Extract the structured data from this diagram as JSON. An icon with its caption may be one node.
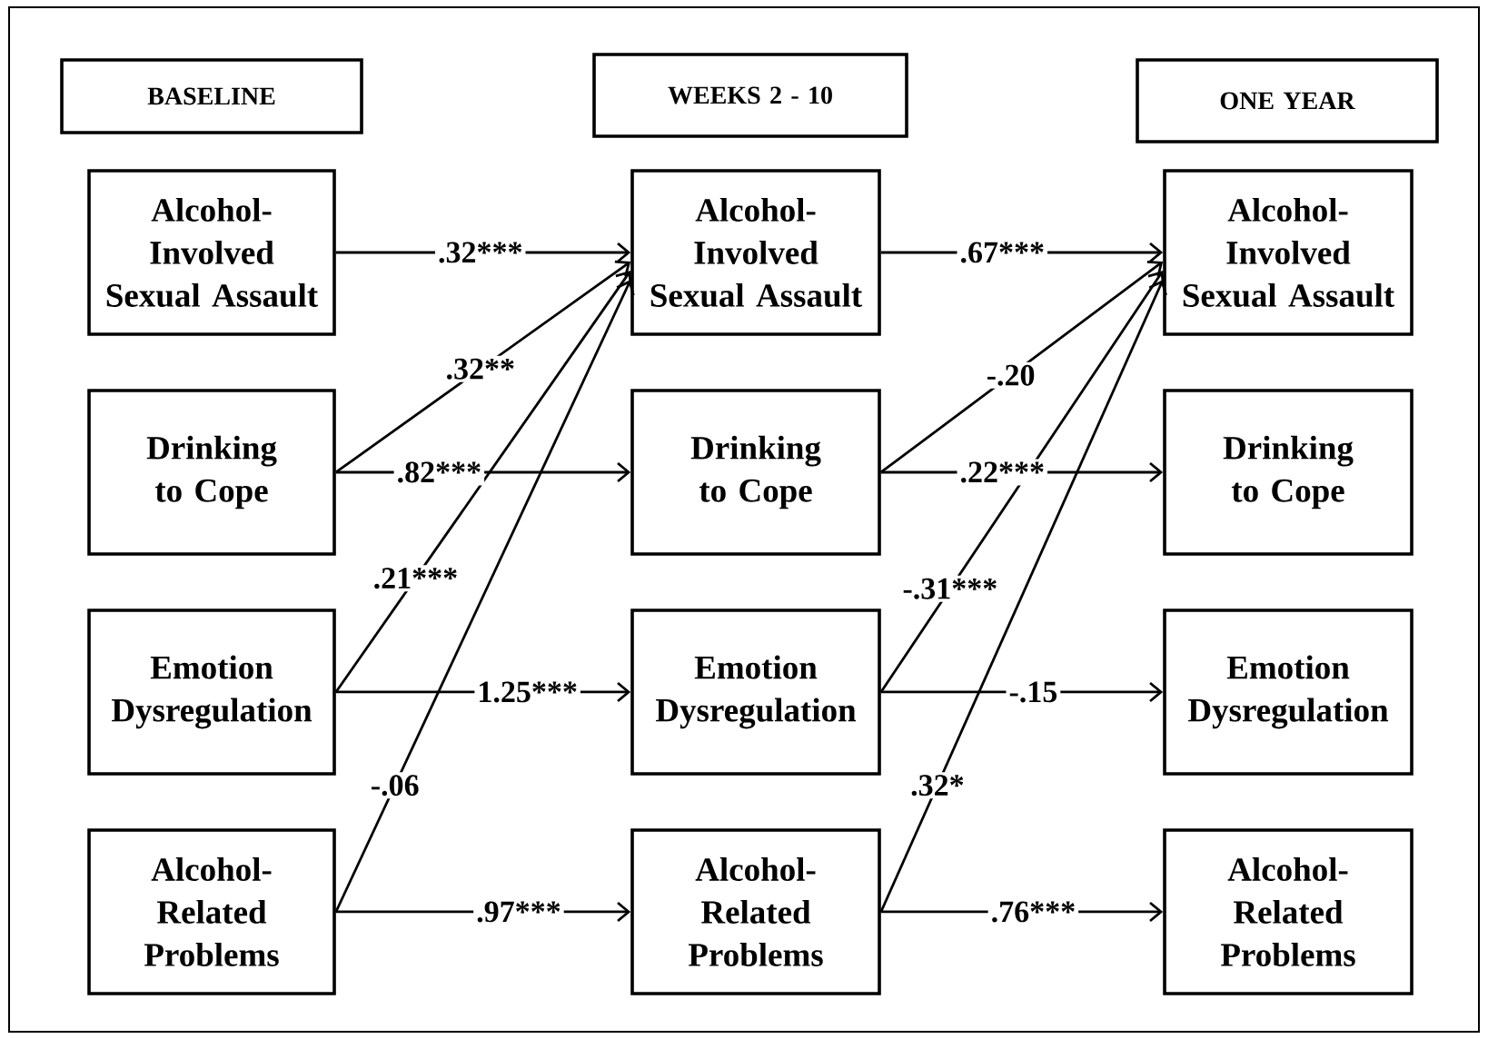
{
  "diagram": {
    "nodes": [
      {
        "text": [
          "BASELINE"
        ]
      },
      {
        "text": [
          "WEEKS 2 - 10"
        ]
      },
      {
        "text": [
          "ONE YEAR"
        ]
      },
      {
        "text": [
          "Alcohol- Involved Sexual Assault"
        ]
      },
      {
        "text": [
          "Drinking to Cope"
        ]
      },
      {
        "text": [
          "Emotion Dysregulation"
        ]
      },
      {
        "text": [
          "Alcohol- Related Problems"
        ]
      },
      {
        "text": [
          "Alcohol- Involved Sexual Assault"
        ]
      },
      {
        "text": [
          "Drinking to Cope"
        ]
      },
      {
        "text": [
          "Emotion Dysregulation"
        ]
      },
      {
        "text": [
          "Alcohol- Related Problems"
        ]
      },
      {
        "text": [
          "Alcohol- Involved Sexual Assault"
        ]
      },
      {
        "text": [
          "Drinking to Cope"
        ]
      },
      {
        "text": [
          "Emotion Dysregulation"
        ]
      },
      {
        "text": [
          "Alcohol- Related Problems"
        ]
      }
    ],
    "edges": [
      {
        "from": 3,
        "to": 7,
        "arrow": "to",
        "label": ".32***"
      },
      {
        "from": 4,
        "to": 7,
        "arrow": "to",
        "label": ".32**"
      },
      {
        "from": 4,
        "to": 8,
        "arrow": "to",
        "label": ".82***"
      },
      {
        "from": 5,
        "to": 7,
        "arrow": "to",
        "label": ".21***"
      },
      {
        "from": 5,
        "to": 9,
        "arrow": "to",
        "label": "1.25***"
      },
      {
        "from": 6,
        "to": 7,
        "arrow": "to",
        "label": "-.06"
      },
      {
        "from": 6,
        "to": 10,
        "arrow": "to",
        "label": ".97***"
      },
      {
        "from": 7,
        "to": 11,
        "arrow": "to",
        "label": ".67***"
      },
      {
        "from": 8,
        "to": 11,
        "arrow": "to",
        "label": "-.20"
      },
      {
        "from": 8,
        "to": 12,
        "arrow": "to",
        "label": ".22***"
      },
      {
        "from": 9,
        "to": 11,
        "arrow": "to",
        "label": "-.31***"
      },
      {
        "from": 9,
        "to": 13,
        "arrow": "to",
        "label": "-.15"
      },
      {
        "from": 10,
        "to": 11,
        "arrow": "to",
        "label": ".32*"
      },
      {
        "from": 10,
        "to": 14,
        "arrow": "to",
        "label": ".76***"
      }
    ]
  }
}
